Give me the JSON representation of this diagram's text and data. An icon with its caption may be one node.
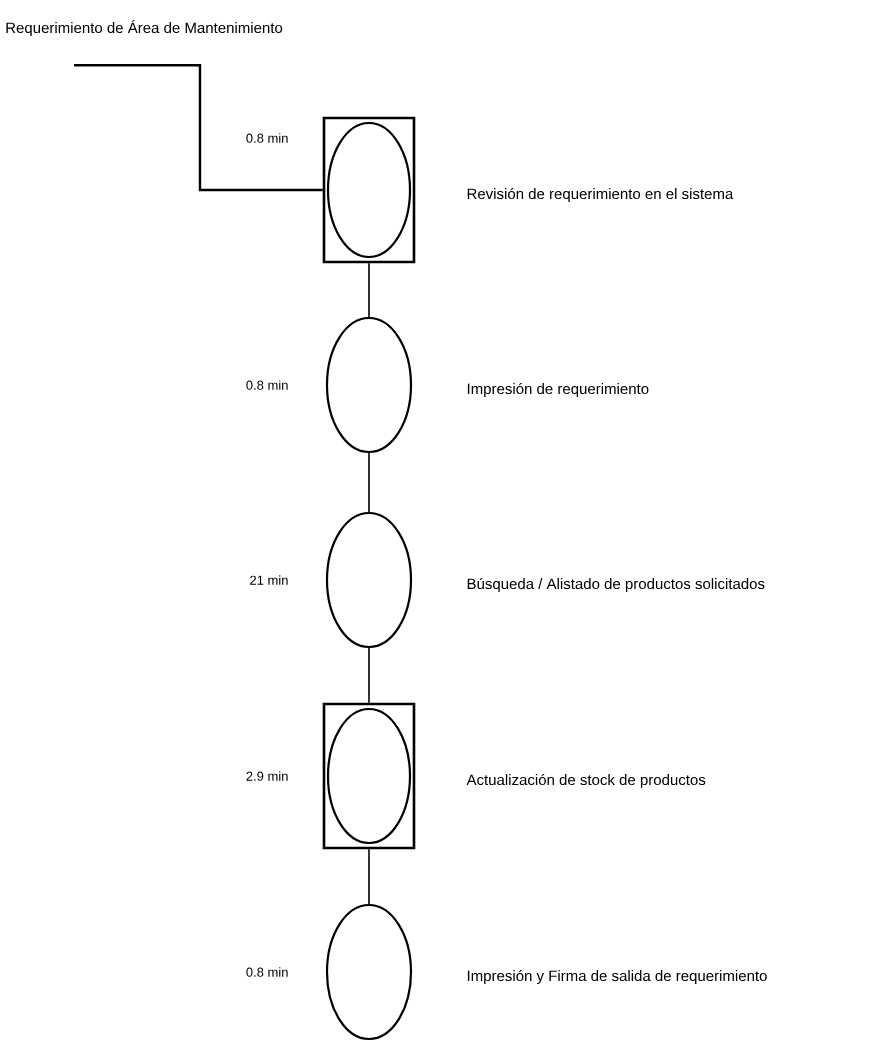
{
  "diagram": {
    "nodes": [
      {
        "text": [
          "Requerimiento de Área de Mantenimiento"
        ]
      },
      {
        "text": [],
        "shape": "box",
        "beside": [
          "0.8 min",
          "Revisión de requerimiento en el sistema"
        ]
      },
      {
        "text": [],
        "shape": "circle",
        "beside": [
          "0.8 min",
          "Impresión de requerimiento"
        ]
      },
      {
        "text": [],
        "shape": "circle",
        "beside": [
          "21 min",
          "Búsqueda / Alistado de productos solicitados"
        ]
      },
      {
        "text": [],
        "shape": "box",
        "beside": [
          "2.9 min",
          "Actualización de stock de productos"
        ]
      },
      {
        "text": [],
        "shape": "circle",
        "beside": [
          "0.8 min",
          "Impresión y Firma de salida de requerimiento"
        ]
      }
    ],
    "edges": [
      {
        "from": 0,
        "to": 1,
        "arrow": "none"
      },
      {
        "from": 1,
        "to": 2,
        "arrow": "none"
      },
      {
        "from": 2,
        "to": 3,
        "arrow": "none"
      },
      {
        "from": 3,
        "to": 4,
        "arrow": "none"
      },
      {
        "from": 4,
        "to": 5,
        "arrow": "none"
      }
    ]
  }
}
